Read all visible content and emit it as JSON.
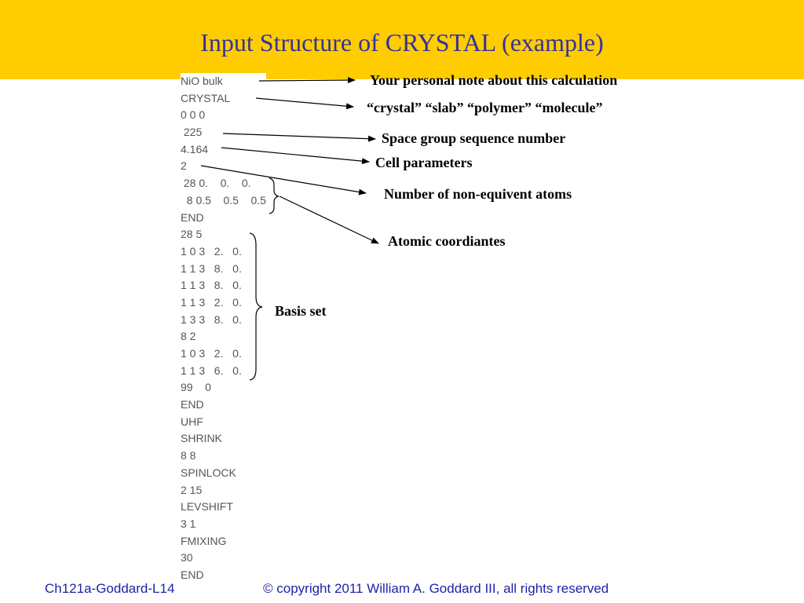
{
  "slide": {
    "title": "Input Structure of CRYSTAL (example)",
    "accent_color": "#ffcc00",
    "title_color": "#333399"
  },
  "input_lines": [
    "NiO bulk",
    "CRYSTAL",
    "0 0 0",
    " 225",
    "4.164",
    "2",
    " 28 0.    0.    0.",
    "  8 0.5    0.5    0.5",
    "END",
    "28 5",
    "1 0 3   2.   0.",
    "1 1 3   8.   0.",
    "1 1 3   8.   0.",
    "1 1 3   2.   0.",
    "1 3 3   8.   0.",
    "8 2",
    "1 0 3   2.   0.",
    "1 1 3   6.   0.",
    "99    0",
    "END",
    "UHF",
    "SHRINK",
    "8 8",
    "SPINLOCK",
    "2 15",
    "LEVSHIFT",
    "3 1",
    "FMIXING",
    "30",
    "END"
  ],
  "annotations": {
    "personal_note": "Your personal note about this calculation",
    "geometry_types": "“crystal”  “slab” “polymer” “molecule”",
    "space_group": "Space group sequence number",
    "cell_parameters": "Cell parameters",
    "non_equivalent_atoms": "Number of non-equivent atoms",
    "atomic_coordinates": "Atomic coordiantes",
    "basis_set": "Basis set"
  },
  "footer": {
    "left": "Ch121a-Goddard-L14",
    "right": "© copyright 2011 William A. Goddard III, all rights reserved",
    "color": "#1f1fa8"
  }
}
